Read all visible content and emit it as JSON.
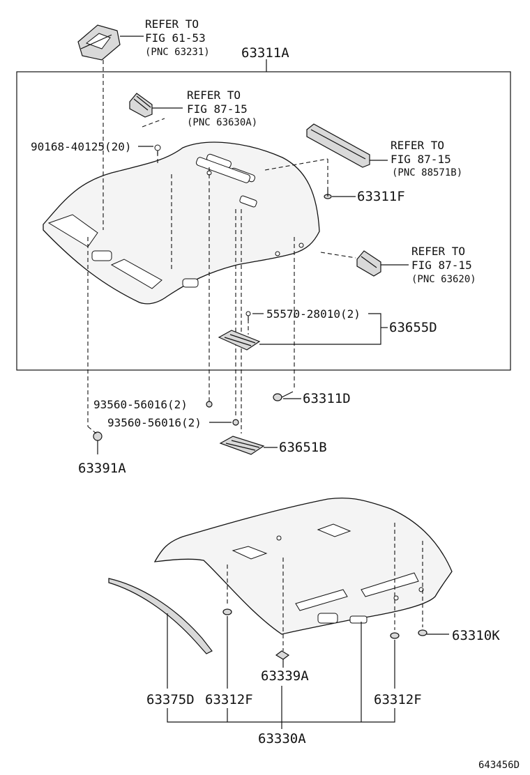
{
  "labels": {
    "refer_1": [
      "REFER TO",
      "FIG 61-53",
      "(PNC 63231)"
    ],
    "refer_2": [
      "REFER TO",
      "FIG 87-15",
      "(PNC 63630A)"
    ],
    "refer_3": [
      "REFER TO",
      "FIG 87-15",
      "(PNC 88571B)"
    ],
    "refer_4": [
      "REFER TO",
      "FIG 87-15",
      "(PNC 63620)"
    ],
    "p63311A": "63311A",
    "p90168": "90168-40125(20)",
    "p63311F": "63311F",
    "p55570": "55570-28010(2)",
    "p63655D": "63655D",
    "p63311D": "63311D",
    "p93560a": "93560-56016(2)",
    "p93560b": "93560-56016(2)",
    "p63651B": "63651B",
    "p63391A": "63391A",
    "p63310K": "63310K",
    "p63339A": "63339A",
    "p63375D": "63375D",
    "p63312F_left": "63312F",
    "p63312F_right": "63312F",
    "p63330A": "63330A",
    "figure_code": "643456D"
  }
}
